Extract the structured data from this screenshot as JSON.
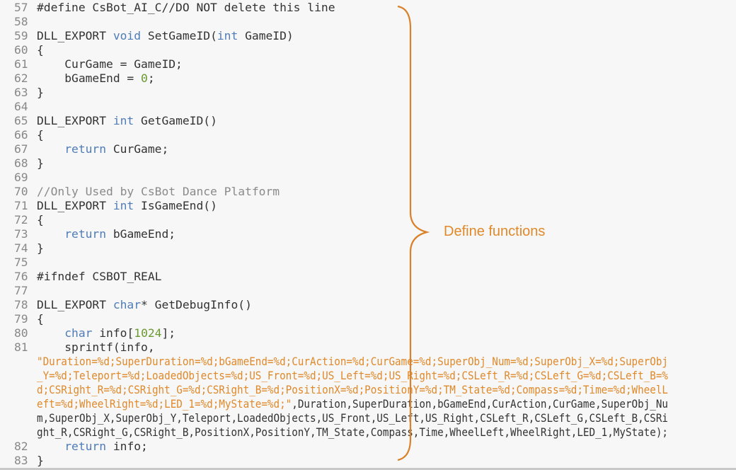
{
  "colors": {
    "keyword": "#4f7cb8",
    "number": "#6a9a30",
    "string": "#e0892a",
    "comment": "#8a8a8a",
    "annotation": "#e0892a"
  },
  "annotation": {
    "label": "Define functions"
  },
  "lines": [
    {
      "n": "57",
      "segs": [
        [
          "#define CsBot_AI_C//DO NOT delete this line",
          "plain"
        ]
      ]
    },
    {
      "n": "58",
      "segs": []
    },
    {
      "n": "59",
      "segs": [
        [
          "DLL_EXPORT ",
          "plain"
        ],
        [
          "void",
          "kw"
        ],
        [
          " SetGameID(",
          "plain"
        ],
        [
          "int",
          "kw"
        ],
        [
          " GameID)",
          "plain"
        ]
      ]
    },
    {
      "n": "60",
      "segs": [
        [
          "{",
          "plain"
        ]
      ]
    },
    {
      "n": "61",
      "segs": [
        [
          "    CurGame = GameID;",
          "plain"
        ]
      ]
    },
    {
      "n": "62",
      "segs": [
        [
          "    bGameEnd = ",
          "plain"
        ],
        [
          "0",
          "num"
        ],
        [
          ";",
          "plain"
        ]
      ]
    },
    {
      "n": "63",
      "segs": [
        [
          "}",
          "plain"
        ]
      ]
    },
    {
      "n": "64",
      "segs": []
    },
    {
      "n": "65",
      "segs": [
        [
          "DLL_EXPORT ",
          "plain"
        ],
        [
          "int",
          "kw"
        ],
        [
          " GetGameID()",
          "plain"
        ]
      ]
    },
    {
      "n": "66",
      "segs": [
        [
          "{",
          "plain"
        ]
      ]
    },
    {
      "n": "67",
      "segs": [
        [
          "    ",
          "plain"
        ],
        [
          "return",
          "kw"
        ],
        [
          " CurGame;",
          "plain"
        ]
      ]
    },
    {
      "n": "68",
      "segs": [
        [
          "}",
          "plain"
        ]
      ]
    },
    {
      "n": "69",
      "segs": []
    },
    {
      "n": "70",
      "segs": [
        [
          "//Only Used by CsBot Dance Platform",
          "com"
        ]
      ]
    },
    {
      "n": "71",
      "segs": [
        [
          "DLL_EXPORT ",
          "plain"
        ],
        [
          "int",
          "kw"
        ],
        [
          " IsGameEnd()",
          "plain"
        ]
      ]
    },
    {
      "n": "72",
      "segs": [
        [
          "{",
          "plain"
        ]
      ]
    },
    {
      "n": "73",
      "segs": [
        [
          "    ",
          "plain"
        ],
        [
          "return",
          "kw"
        ],
        [
          " bGameEnd;",
          "plain"
        ]
      ]
    },
    {
      "n": "74",
      "segs": [
        [
          "}",
          "plain"
        ]
      ]
    },
    {
      "n": "75",
      "segs": []
    },
    {
      "n": "76",
      "segs": [
        [
          "#ifndef CSBOT_REAL",
          "plain"
        ]
      ]
    },
    {
      "n": "77",
      "segs": []
    },
    {
      "n": "78",
      "segs": [
        [
          "DLL_EXPORT ",
          "plain"
        ],
        [
          "char",
          "kw"
        ],
        [
          "* GetDebugInfo()",
          "plain"
        ]
      ]
    },
    {
      "n": "79",
      "segs": [
        [
          "{",
          "plain"
        ]
      ]
    },
    {
      "n": "80",
      "segs": [
        [
          "    ",
          "plain"
        ],
        [
          "char",
          "kw"
        ],
        [
          " info[",
          "plain"
        ],
        [
          "1024",
          "num"
        ],
        [
          "];",
          "plain"
        ]
      ]
    },
    {
      "n": "81",
      "segs": [
        [
          "    sprintf(info,",
          "plain"
        ]
      ]
    },
    {
      "n": "",
      "wrap": true,
      "segs": [
        [
          "\"Duration=%d;SuperDuration=%d;bGameEnd=%d;CurAction=%d;CurGame=%d;SuperObj_Num=%d;SuperObj_X=%d;SuperObj",
          "str"
        ]
      ]
    },
    {
      "n": "",
      "wrap": true,
      "segs": [
        [
          "_Y=%d;Teleport=%d;LoadedObjects=%d;US_Front=%d;US_Left=%d;US_Right=%d;CSLeft_R=%d;CSLeft_G=%d;CSLeft_B=%",
          "str"
        ]
      ]
    },
    {
      "n": "",
      "wrap": true,
      "segs": [
        [
          "d;CSRight_R=%d;CSRight_G=%d;CSRight_B=%d;PositionX=%d;PositionY=%d;TM_State=%d;Compass=%d;Time=%d;WheelL",
          "str"
        ]
      ]
    },
    {
      "n": "",
      "wrap": true,
      "segs": [
        [
          "eft=%d;WheelRight=%d;LED_1=%d;MyState=%d;\"",
          "str"
        ],
        [
          ",Duration,SuperDuration,bGameEnd,CurAction,CurGame,SuperObj_Nu",
          "plain"
        ]
      ]
    },
    {
      "n": "",
      "wrap": true,
      "segs": [
        [
          "m,SuperObj_X,SuperObj_Y,Teleport,LoadedObjects,US_Front,US_Left,US_Right,CSLeft_R,CSLeft_G,CSLeft_B,CSRi",
          "plain"
        ]
      ]
    },
    {
      "n": "",
      "wrap": true,
      "segs": [
        [
          "ght_R,CSRight_G,CSRight_B,PositionX,PositionY,TM_State,Compass,Time,WheelLeft,WheelRight,LED_1,MyState);",
          "plain"
        ]
      ]
    },
    {
      "n": "82",
      "segs": [
        [
          "    ",
          "plain"
        ],
        [
          "return",
          "kw"
        ],
        [
          " info;",
          "plain"
        ]
      ]
    },
    {
      "n": "83",
      "segs": [
        [
          "}",
          "plain"
        ]
      ]
    }
  ]
}
